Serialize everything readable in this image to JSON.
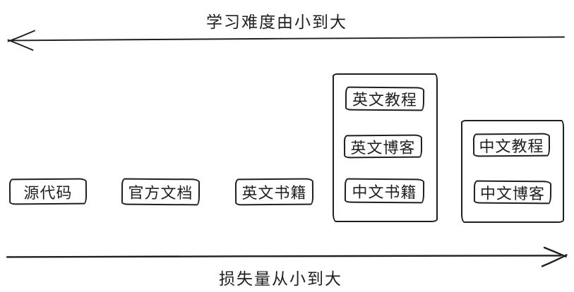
{
  "diagram": {
    "top_axis": {
      "label": "学习难度由小到大",
      "direction": "left"
    },
    "bottom_axis": {
      "label": "损失量从小到大",
      "direction": "right"
    },
    "standalone_nodes": [
      {
        "label": "源代码"
      },
      {
        "label": "官方文档"
      },
      {
        "label": "英文书籍"
      }
    ],
    "groups": [
      {
        "items": [
          {
            "label": "英文教程"
          },
          {
            "label": "英文博客"
          },
          {
            "label": "中文书籍"
          }
        ]
      },
      {
        "items": [
          {
            "label": "中文教程"
          },
          {
            "label": "中文博客"
          }
        ]
      }
    ],
    "colors": {
      "stroke": "#1f1f1f",
      "background": "#ffffff",
      "text": "#1f1f1f"
    }
  }
}
